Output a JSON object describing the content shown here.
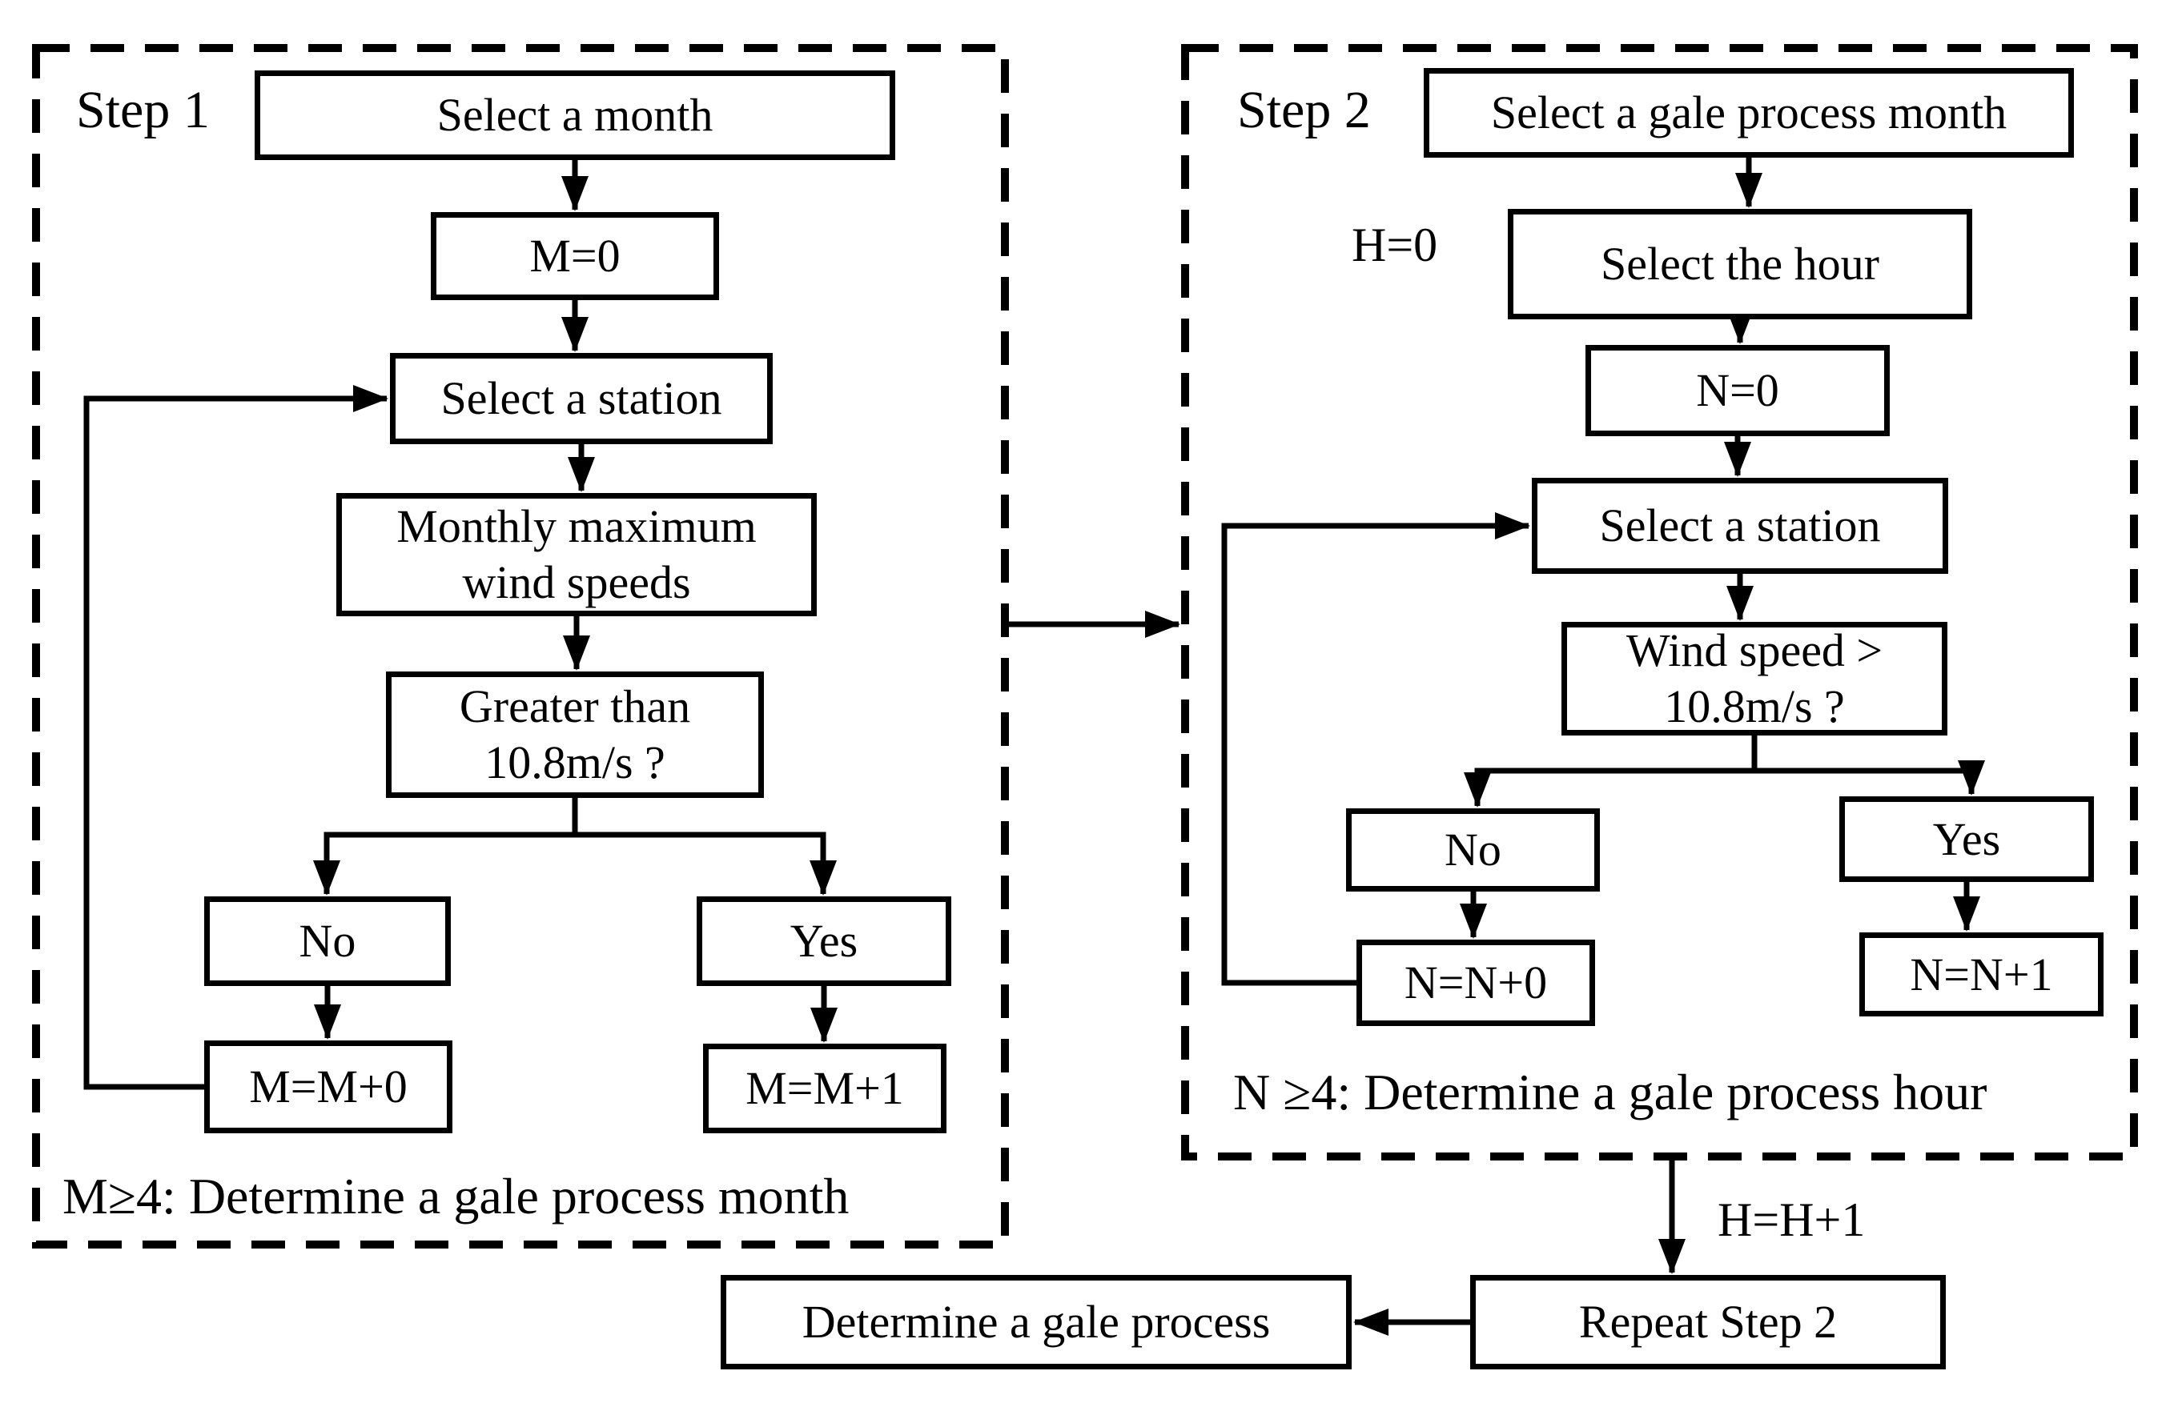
{
  "step1": {
    "label": "Step 1",
    "caption": "M≥4: Determine a gale process month",
    "nodes": {
      "select_month": "Select a month",
      "m_init": "M=0",
      "select_station": "Select a station",
      "monthly_max": "Monthly maximum wind speeds",
      "greater_than": "Greater than 10.8m/s ?",
      "no": "No",
      "yes": "Yes",
      "m_no": "M=M+0",
      "m_yes": "M=M+1"
    }
  },
  "step2": {
    "label": "Step 2",
    "h_init": "H=0",
    "caption": "N ≥4: Determine a gale process hour",
    "nodes": {
      "select_gale_month": "Select a gale process month",
      "select_hour": "Select the hour",
      "n_init": "N=0",
      "select_station": "Select a station",
      "wind_speed": "Wind speed > 10.8m/s ?",
      "no": "No",
      "yes": "Yes",
      "n_no": "N=N+0",
      "n_yes": "N=N+1"
    }
  },
  "footer": {
    "h_increment": "H=H+1",
    "repeat_step2": "Repeat Step 2",
    "determine": "Determine a gale process"
  }
}
